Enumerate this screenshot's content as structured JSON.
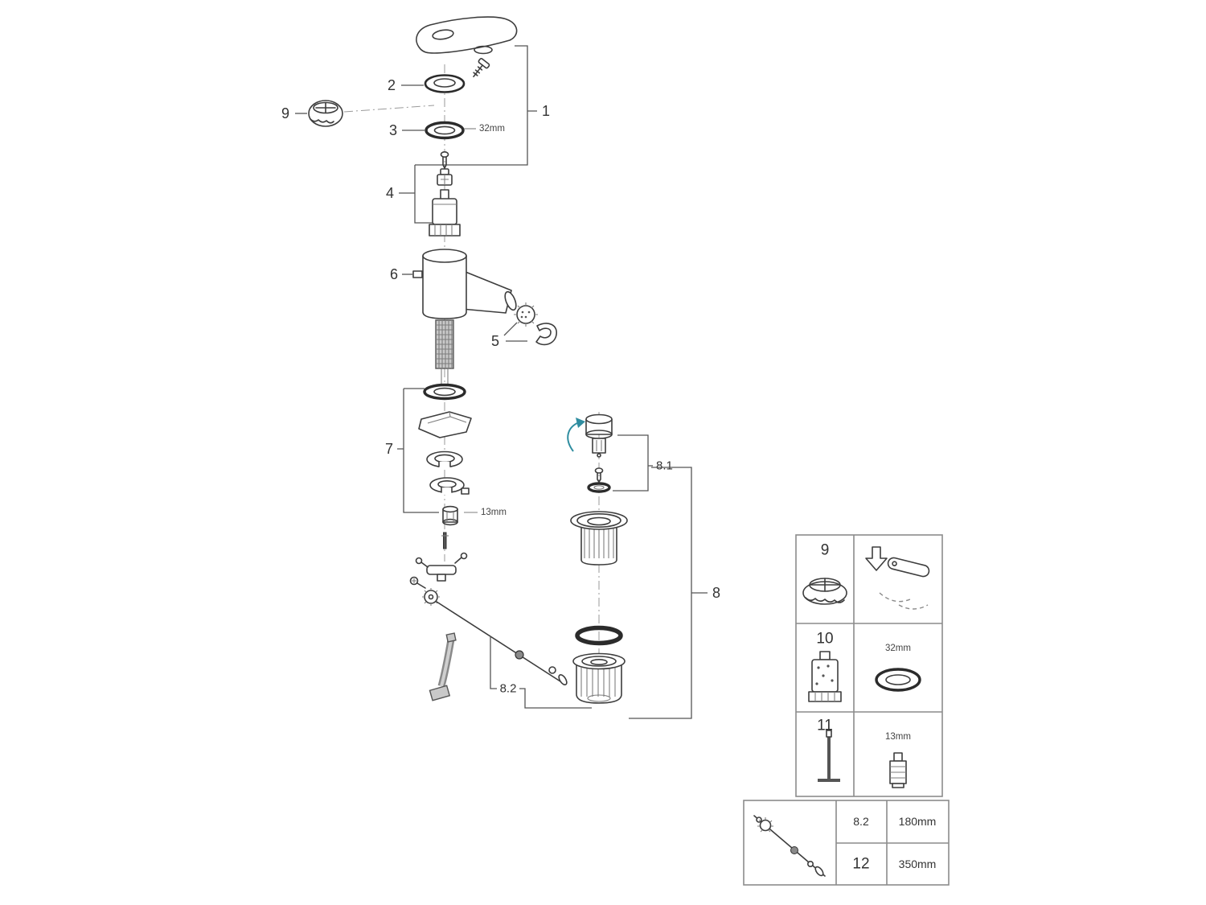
{
  "diagram": {
    "callouts": {
      "p1": "1",
      "p2": "2",
      "p3": "3",
      "p4": "4",
      "p5": "5",
      "p6": "6",
      "p7": "7",
      "p8": "8",
      "p9": "9",
      "p8_1": "8.1",
      "p8_2": "8.2"
    },
    "dims": {
      "d32": "32mm",
      "d13": "13mm"
    }
  },
  "parts_table": {
    "rows": [
      {
        "num": "9"
      },
      {
        "num": "10",
        "dim": "32mm"
      },
      {
        "num": "11",
        "dim": "13mm"
      }
    ]
  },
  "length_table": {
    "rows": [
      {
        "num": "8.2",
        "length": "180mm"
      },
      {
        "num": "12",
        "length": "350mm"
      }
    ]
  }
}
